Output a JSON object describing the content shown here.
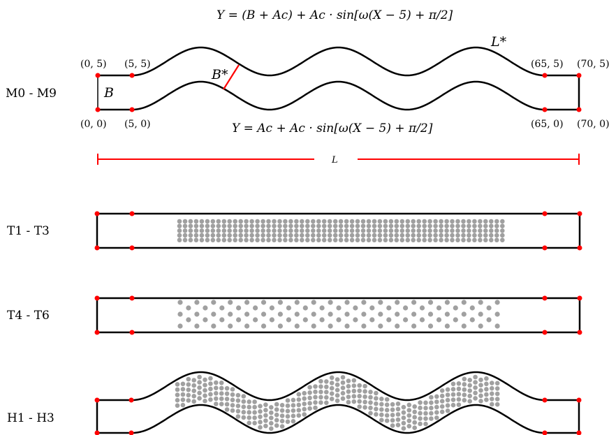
{
  "equations": {
    "top": "Y = (B + Ac) + Ac · sin[ω(X − 5) + π/2]",
    "bottom": "Y = Ac + Ac · sin[ω(X − 5) + π/2]"
  },
  "symbols": {
    "b": "B",
    "b_star": "B*",
    "l_star": "L*",
    "l": "L"
  },
  "coords": {
    "tl": "(0, 5)",
    "tl2": "(5, 5)",
    "tr2": "(65, 5)",
    "tr": "(70, 5)",
    "bl": "(0, 0)",
    "bl2": "(5, 0)",
    "br2": "(65, 0)",
    "br": "(70, 0)"
  },
  "rows": {
    "m": "M0 - M9",
    "t1": "T1 - T3",
    "t4": "T4 - T6",
    "h": "H1 - H3"
  },
  "colors": {
    "line": "#000000",
    "accent": "#ff0000",
    "obstacle": "#a0a0a0"
  }
}
